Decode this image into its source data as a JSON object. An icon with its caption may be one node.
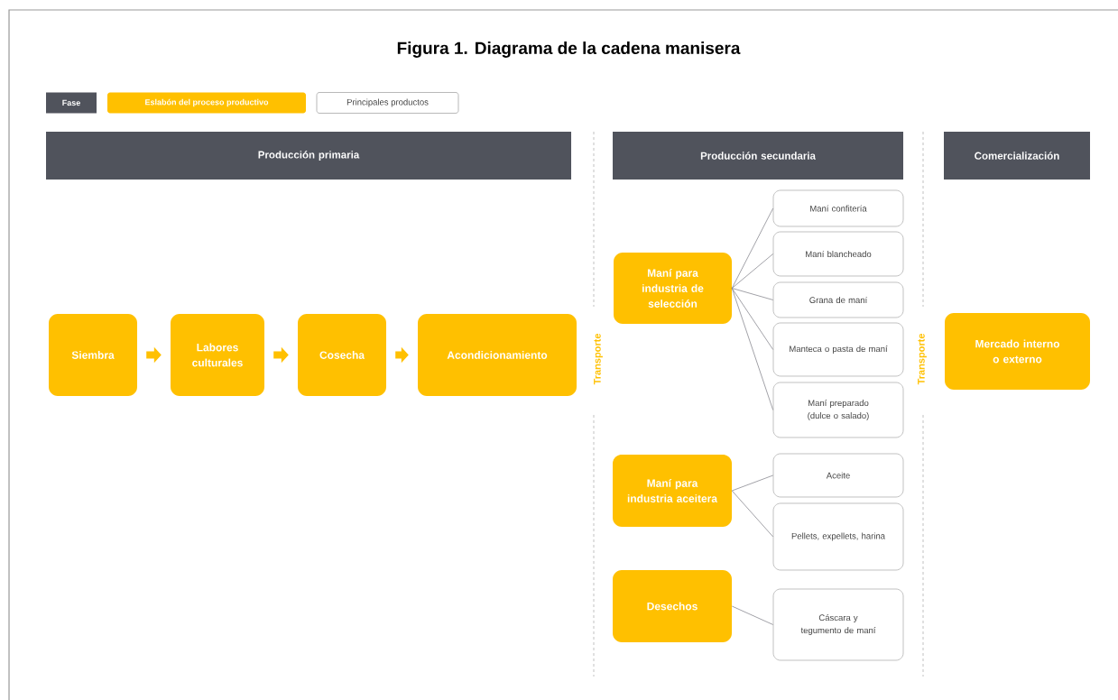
{
  "diagram": {
    "title": "Figura 1. Diagrama de la cadena manisera",
    "nodes": [
      {
        "text": [
          "Producción primaria"
        ]
      },
      {
        "text": [
          "Producción secundaria"
        ]
      },
      {
        "text": [
          "Comercialización"
        ]
      },
      {
        "text": [
          "Siembra"
        ]
      },
      {
        "text": [
          "Labores culturales"
        ]
      },
      {
        "text": [
          "Cosecha"
        ]
      },
      {
        "text": [
          "Acondicionamiento"
        ]
      },
      {
        "text": [
          "Maní para industria de selección"
        ]
      },
      {
        "text": [
          "Maní confitería"
        ]
      },
      {
        "text": [
          "Maní blancheado"
        ]
      },
      {
        "text": [
          "Grana de maní"
        ]
      },
      {
        "text": [
          "Manteca o pasta de maní"
        ]
      },
      {
        "text": [
          "Maní preparado (dulce o salado)"
        ]
      },
      {
        "text": [
          "Maní para industria aceitera"
        ]
      },
      {
        "text": [
          "Aceite"
        ]
      },
      {
        "text": [
          "Pellets, expellets, harina"
        ]
      },
      {
        "text": [
          "Desechos"
        ]
      },
      {
        "text": [
          "Cáscara y tegumento de maní"
        ]
      },
      {
        "text": [
          "Mercado interno o externo"
        ]
      }
    ],
    "edges": [
      {
        "from": 3,
        "to": 4,
        "arrow": "to",
        "style": "thick",
        "color": "#ffc000"
      },
      {
        "from": 4,
        "to": 5,
        "arrow": "to",
        "style": "thick",
        "color": "#ffc000"
      },
      {
        "from": 5,
        "to": 6,
        "arrow": "to",
        "style": "thick",
        "color": "#ffc000"
      },
      {
        "from": 7,
        "to": 8,
        "arrow": "none"
      },
      {
        "from": 7,
        "to": 9,
        "arrow": "none"
      },
      {
        "from": 7,
        "to": 10,
        "arrow": "none"
      },
      {
        "from": 7,
        "to": 11,
        "arrow": "none"
      },
      {
        "from": 7,
        "to": 12,
        "arrow": "none"
      },
      {
        "from": 13,
        "to": 14,
        "arrow": "none"
      },
      {
        "from": 13,
        "to": 15,
        "arrow": "none"
      },
      {
        "from": 16,
        "to": 17,
        "arrow": "none"
      }
    ],
    "labels": [
      "Transporte",
      "Transporte"
    ],
    "legend": [
      {
        "text": "Fase",
        "color": "#50535c"
      },
      {
        "text": "Eslabón del proceso productivo",
        "color": "#ffc000"
      },
      {
        "text": "Principales productos"
      }
    ]
  }
}
